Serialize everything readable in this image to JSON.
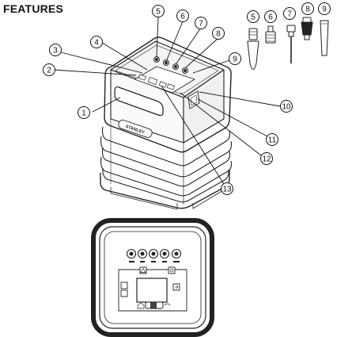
{
  "title": "FEATURES",
  "callouts": [
    "1",
    "2",
    "3",
    "4",
    "5",
    "6",
    "7",
    "8",
    "9",
    "10",
    "11",
    "12",
    "13"
  ],
  "accessory_callouts": [
    "5",
    "6",
    "7",
    "8",
    "9"
  ],
  "brand_label": "STANLEY"
}
